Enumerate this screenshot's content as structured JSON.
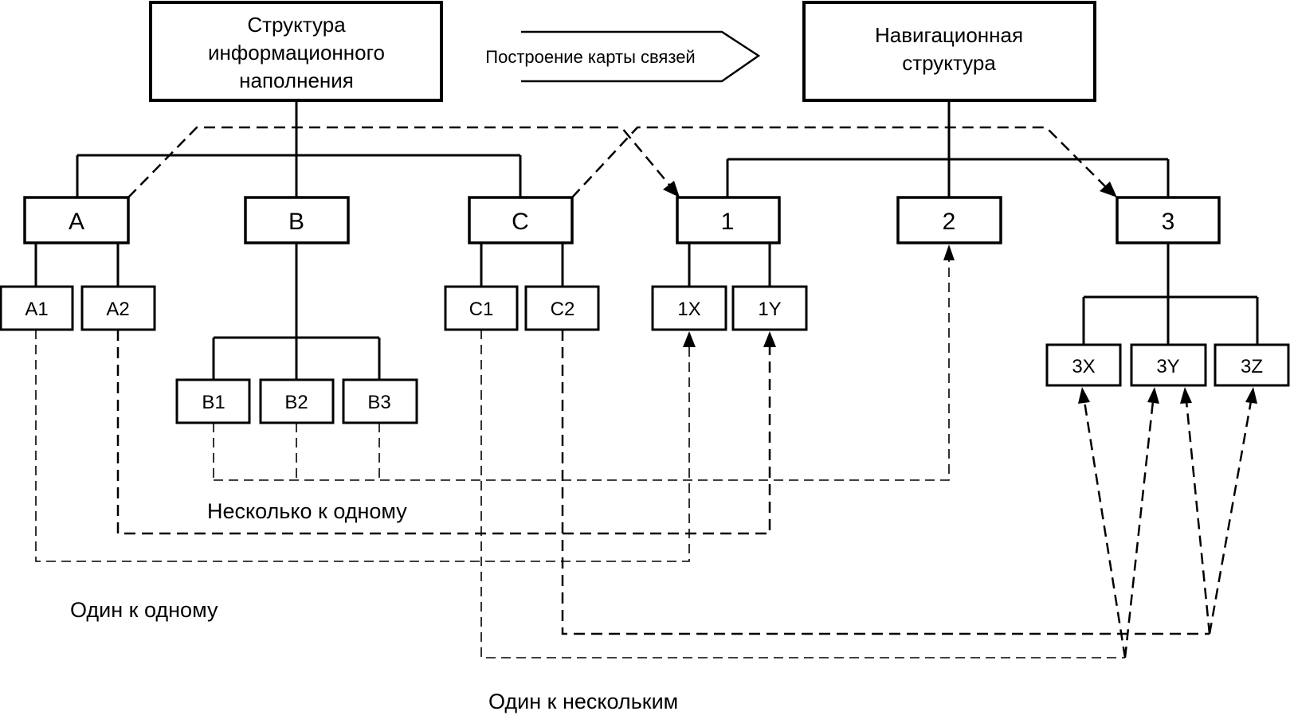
{
  "diagram": {
    "left_root": {
      "line1": "Структура",
      "line2": "информационного",
      "line3": "наполнения"
    },
    "right_root": {
      "line1": "Навигационная",
      "line2": "структура"
    },
    "process_arrow_label": "Построение карты связей",
    "nodes": {
      "A": "A",
      "B": "B",
      "C": "C",
      "A1": "A1",
      "A2": "A2",
      "B1": "B1",
      "B2": "B2",
      "B3": "B3",
      "C1": "C1",
      "C2": "C2",
      "n1": "1",
      "n2": "2",
      "n3": "3",
      "n1X": "1X",
      "n1Y": "1Y",
      "n3X": "3X",
      "n3Y": "3Y",
      "n3Z": "3Z"
    },
    "labels": {
      "many_to_one": "Несколько к одному",
      "one_to_one": "Один к одному",
      "one_to_many": "Один к нескольким"
    }
  }
}
